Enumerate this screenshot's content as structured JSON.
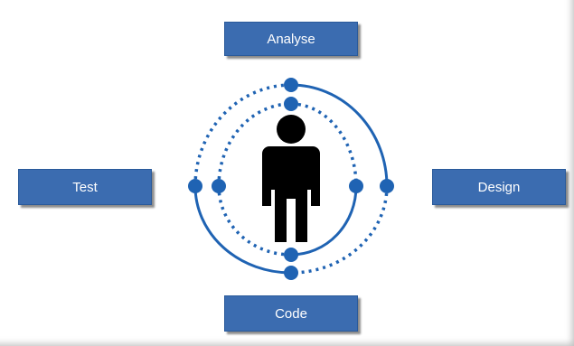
{
  "colors": {
    "box_fill": "#3b6cb0",
    "circle_stroke": "#1f63b3",
    "node_fill": "#1f63b3",
    "person_fill": "#000000"
  },
  "stages": {
    "analyse": "Analyse",
    "design": "Design",
    "code": "Code",
    "test": "Test"
  },
  "center_icon": "person-icon"
}
